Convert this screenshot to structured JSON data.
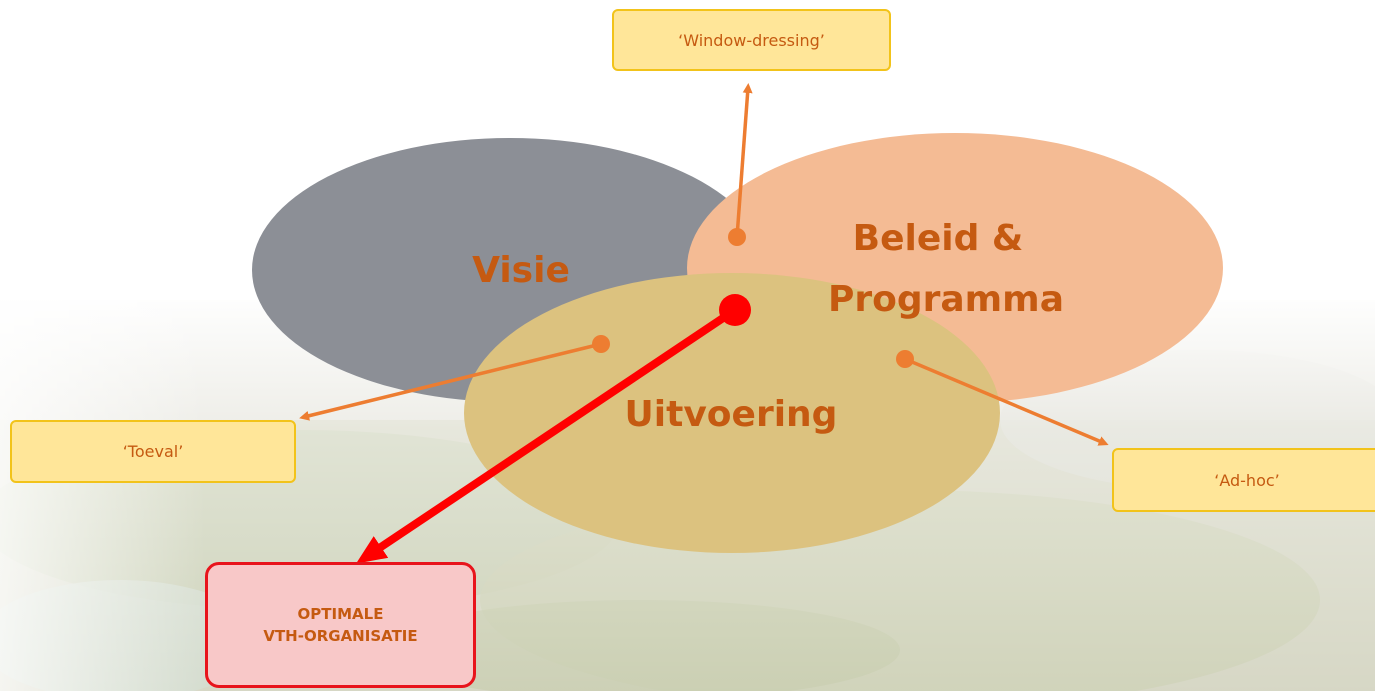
{
  "ellipses": {
    "visie": "Visie",
    "beleid_line1": "Beleid &",
    "beleid_line2": "Programma",
    "uitvoering": "Uitvoering"
  },
  "labels": {
    "window_dressing": "‘Window-dressing’",
    "toeval": "‘Toeval’",
    "ad_hoc": "‘Ad-hoc’"
  },
  "result": {
    "line1": "OPTIMALE",
    "line2": "VTH-ORGANISATIE"
  },
  "colors": {
    "visie_fill": "#8c8f96",
    "beleid_fill": "#f4bb94",
    "uitvoering_fill": "#dcc27f",
    "text_orange": "#c55a11",
    "arrow_orange": "#ed7d31",
    "arrow_red": "#ff0000",
    "label_fill": "#ffe699",
    "label_border": "#f2c31a",
    "result_fill": "#f8c8c8",
    "result_border": "#e8141c"
  }
}
